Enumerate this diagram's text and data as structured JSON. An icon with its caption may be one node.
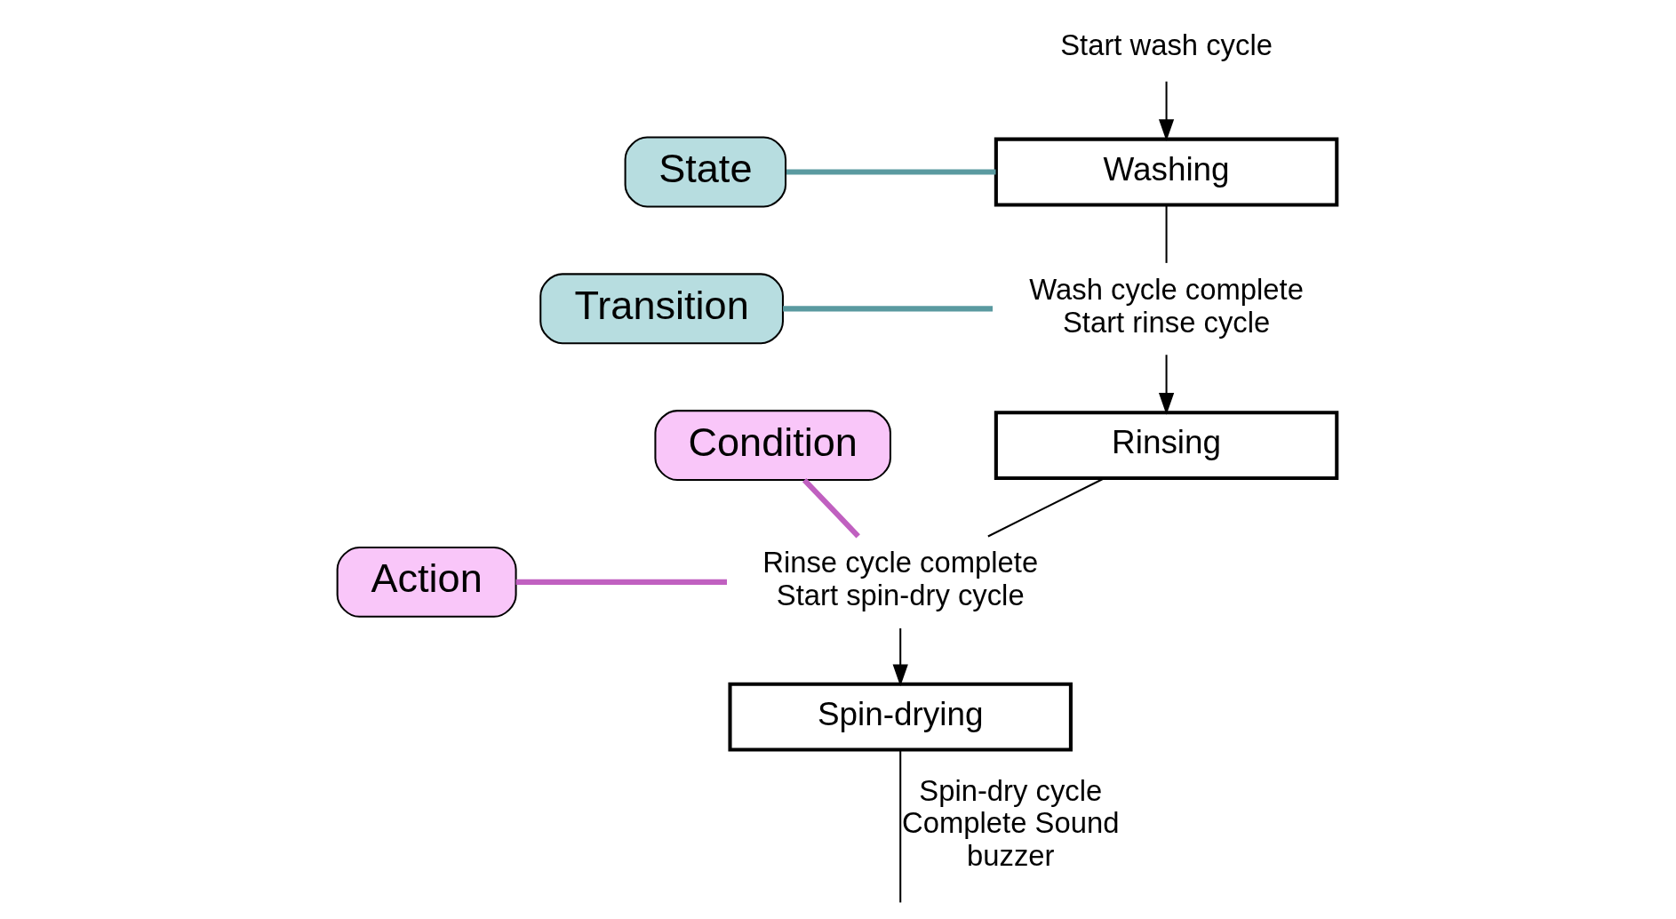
{
  "diagram": {
    "nodes": [
      {
        "text": [
          "State"
        ]
      },
      {
        "text": [
          "Start wash cycle"
        ]
      },
      {
        "text": [
          "Washing"
        ]
      },
      {
        "text": [
          "Transition"
        ]
      },
      {
        "text": [
          "Wash cycle complete",
          "Start rinse cycle"
        ]
      },
      {
        "text": [
          "Rinsing"
        ]
      },
      {
        "text": [
          "Condition"
        ]
      },
      {
        "text": [
          "Action"
        ]
      },
      {
        "text": [
          "Rinse cycle complete",
          "Start spin-dry cycle"
        ]
      },
      {
        "text": [
          "Spin-drying"
        ]
      }
    ],
    "edges": [
      {
        "from": 1,
        "to": 2,
        "arrow": "to"
      },
      {
        "from": 2,
        "to": 4,
        "arrow": "none"
      },
      {
        "from": 4,
        "to": 5,
        "arrow": "to"
      },
      {
        "from": 5,
        "to": 8,
        "arrow": "none"
      },
      {
        "from": 8,
        "to": 9,
        "arrow": "to"
      },
      {
        "from": 9,
        "to": null,
        "arrow": "none",
        "label": "Spin-dry cycle Complete Sound buzzer"
      },
      {
        "from": 0,
        "to": 2,
        "arrow": "none",
        "style": "thick",
        "color": "#5a9aa0"
      },
      {
        "from": 3,
        "to": 4,
        "arrow": "none",
        "style": "thick",
        "color": "#5a9aa0"
      },
      {
        "from": 6,
        "to": 8,
        "arrow": "none",
        "style": "thick",
        "color": "#c060c0"
      },
      {
        "from": 7,
        "to": 8,
        "arrow": "none",
        "style": "thick",
        "color": "#c060c0"
      }
    ]
  }
}
